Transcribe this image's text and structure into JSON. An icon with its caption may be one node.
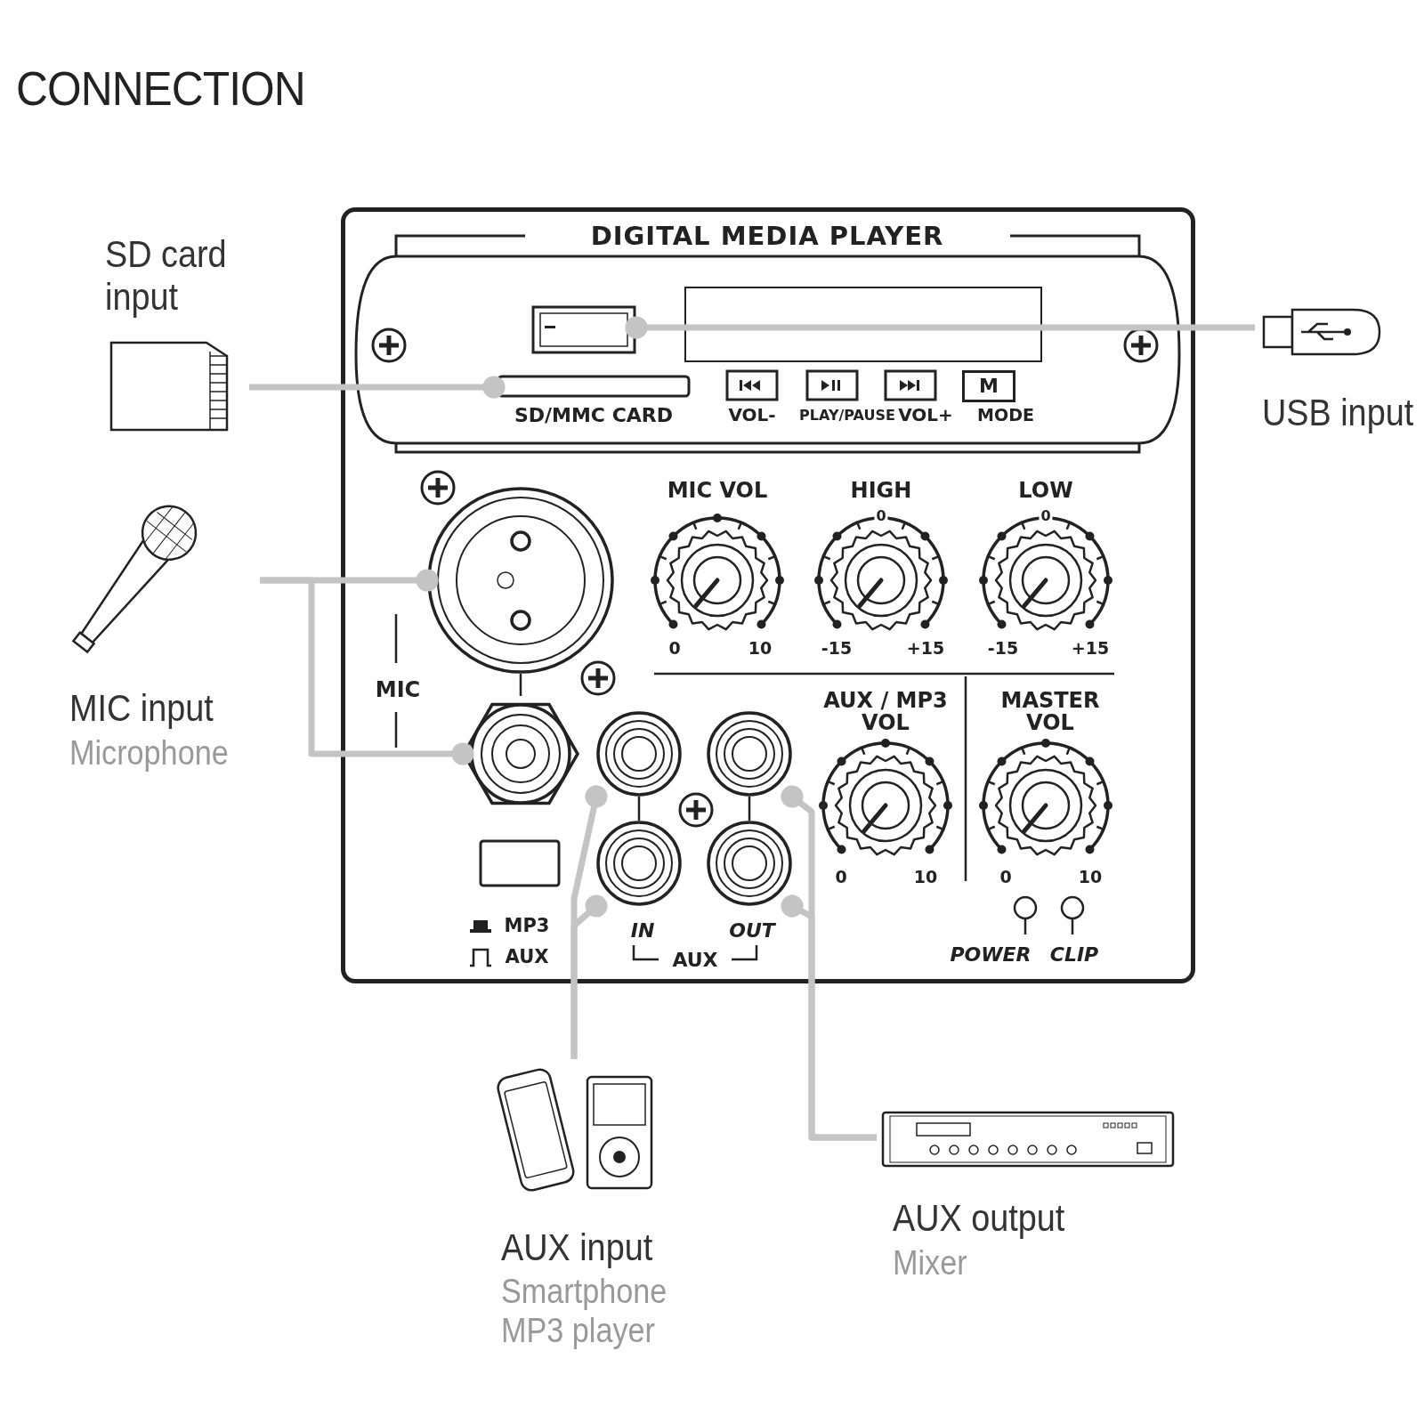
{
  "diagram": {
    "title": "CONNECTION",
    "nodes": [
      {
        "text": [
          "DIGITAL MEDIA PLAYER"
        ]
      },
      {
        "text": [
          "SD card input"
        ]
      },
      {
        "text": [
          "USB input"
        ]
      },
      {
        "text": [
          "MIC input",
          "Microphone"
        ]
      },
      {
        "text": [
          "AUX input",
          "Smartphone MP3 player"
        ]
      },
      {
        "text": [
          "AUX output",
          "Mixer"
        ]
      },
      {
        "text": [],
        "shape": "box",
        "in": 0
      },
      {
        "text": [
          "SD/MMC CARD"
        ],
        "in": 0
      },
      {
        "text": [],
        "shape": "circle",
        "in": 0
      },
      {
        "text": [],
        "shape": "circle",
        "in": 0
      },
      {
        "text": [],
        "shape": "circle",
        "in": 0
      },
      {
        "text": [],
        "shape": "circle",
        "in": 0
      },
      {
        "text": [],
        "shape": "circle",
        "in": 0
      },
      {
        "text": [],
        "shape": "circle",
        "in": 0
      }
    ],
    "edges": [
      {
        "from": 1,
        "to": 7,
        "arrow": "other"
      },
      {
        "from": 2,
        "to": 6,
        "arrow": "other"
      },
      {
        "from": 3,
        "to": 8,
        "arrow": "other"
      },
      {
        "from": 3,
        "to": 9,
        "arrow": "other"
      },
      {
        "from": 4,
        "to": 10,
        "arrow": "other"
      },
      {
        "from": 4,
        "to": 11,
        "arrow": "other"
      },
      {
        "from": 5,
        "to": 12,
        "arrow": "other"
      },
      {
        "from": 5,
        "to": 13,
        "arrow": "other"
      },
      {
        "from": 8,
        "to": 9,
        "arrow": "none",
        "color": "#222222"
      },
      {
        "from": 10,
        "to": 11,
        "arrow": "none",
        "color": "#222222"
      },
      {
        "from": 12,
        "to": 13,
        "arrow": "none",
        "color": "#222222"
      }
    ],
    "labels": [
      "M",
      "VOL-",
      "PLAY/PAUSE",
      "VOL+",
      "MODE",
      "MIC VOL",
      "HIGH",
      "LOW",
      "0",
      "0",
      "0",
      "10",
      "-15",
      "+15",
      "-15",
      "+15",
      "MIC",
      "AUX / MP3 VOL",
      "MASTER VOL",
      "0",
      "10",
      "0",
      "10",
      "MP3",
      "AUX",
      "IN",
      "OUT",
      "AUX",
      "POWER",
      "CLIP"
    ]
  }
}
